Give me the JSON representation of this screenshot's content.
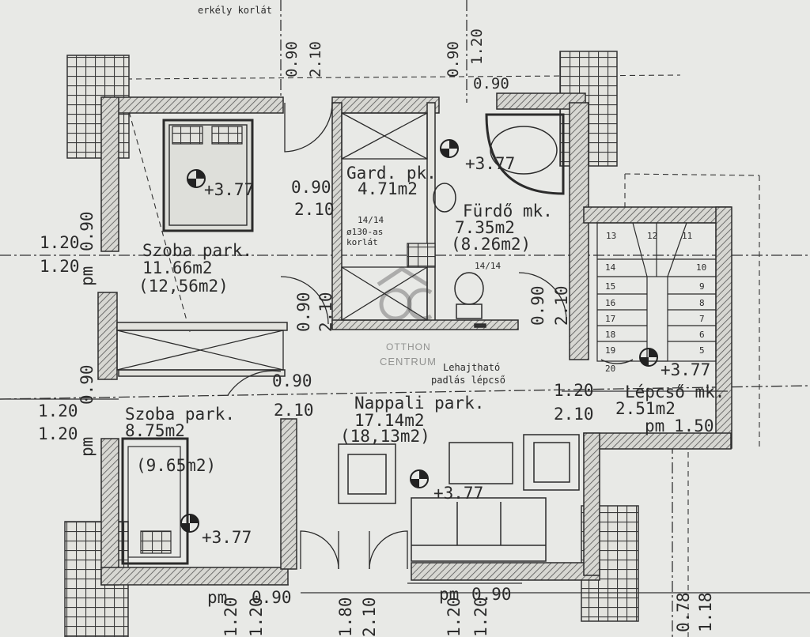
{
  "top": {
    "railing": "erkély korlát",
    "dim_a": "0.90",
    "dim_b": "2.10",
    "dim_c": "0.90",
    "dim_d": "1.20",
    "dim_e": "0.90"
  },
  "rooms": {
    "bedroom1": {
      "name": "Szoba park.",
      "area": "11.66m2",
      "area_gross": "(12,56m2)",
      "level": "+3.77"
    },
    "wardrobe": {
      "name": "Gard. pk.",
      "area": "4.71m2"
    },
    "bathroom": {
      "name": "Fürdő mk.",
      "area": "7.35m2",
      "area_gross": "(8.26m2)",
      "level": "+3.77"
    },
    "living": {
      "name": "Nappali park.",
      "area": "17.14m2",
      "area_gross": "(18,13m2)",
      "level": "+3.77"
    },
    "bedroom2": {
      "name": "Szoba park.",
      "area": "8.75m2",
      "area_gross": "(9.65m2)",
      "level": "+3.77"
    },
    "landing": {
      "name": "Lépcső mk.",
      "area": "2.51m2",
      "level": "+3.77"
    }
  },
  "notes": {
    "ladder_size": "14/14",
    "ladder_note_1": "ø130-as",
    "ladder_note_2": "korlát",
    "vent_size": "14/14",
    "attic_1": "Lehajtható",
    "attic_2": "padlás lépcső"
  },
  "dims": {
    "door_wardrobe": "0.90",
    "door_wardrobe_h": "2.10",
    "left_upper_1": "1.20",
    "left_upper_2": "1.20",
    "left_upper_v": "0.90",
    "left_upper_pm": "pm",
    "left_lower_1": "1.20",
    "left_lower_2": "1.20",
    "left_lower_v": "0.90",
    "left_lower_pm": "pm",
    "hall_door_v": "0.90",
    "hall_door_h": "2.10",
    "bath_door_v": "0.90",
    "bath_door_h": "2.10",
    "bed2_door_w": "0.90",
    "bed2_door_h": "2.10",
    "stair_door_w": "1.20",
    "stair_door_h": "2.10",
    "stair_pm": "pm",
    "stair_pm_val": "1.50",
    "bottom_pm_left": "pm",
    "bottom_left_w": "0.90",
    "bottom_pm_right": "pm",
    "bottom_right_w": "0.90",
    "bottom_v1": "1.20",
    "bottom_v2": "1.20",
    "bottom_v3": "1.80",
    "bottom_v4": "2.10",
    "bottom_v5": "1.20",
    "bottom_v6": "1.20",
    "right_v1": "0.78",
    "right_v2": "1.18"
  },
  "stair_numbers": [
    "13",
    "12",
    "11",
    "14",
    "10",
    "15",
    "9",
    "16",
    "8",
    "17",
    "7",
    "18",
    "6",
    "19",
    "5",
    "20"
  ],
  "watermark": {
    "brand_line1": "OTTHON",
    "brand_line2": "CENTRUM"
  }
}
